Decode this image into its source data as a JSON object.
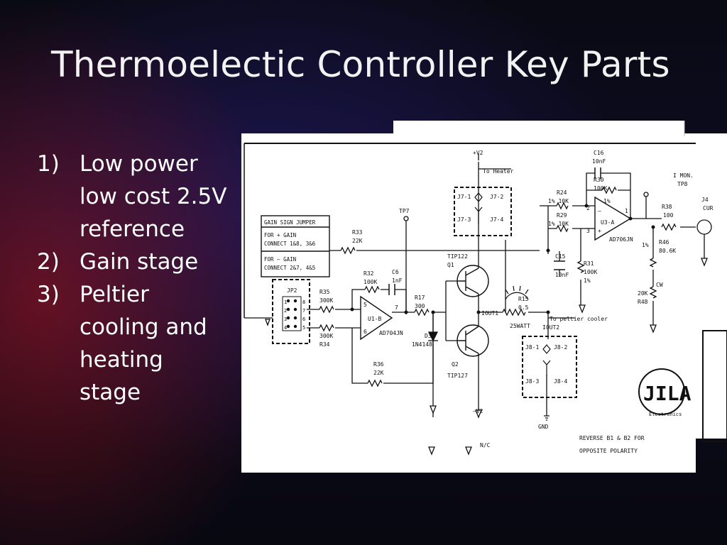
{
  "slide": {
    "title": "Thermoelectic Controller Key Parts",
    "bullets": [
      {
        "num": "1)",
        "text": "Low power low cost 2.5V reference"
      },
      {
        "num": "2)",
        "text": "Gain stage"
      },
      {
        "num": "3)",
        "text": "Peltier cooling and heating stage"
      }
    ]
  },
  "colors": {
    "text": "#ffffff",
    "diagram_bg": "#ffffff",
    "diagram_ink": "#111111"
  },
  "schematic": {
    "v2_pos": "+V2",
    "to_heater": "To Heater",
    "j7_1": "J7-1",
    "j7_2": "J7-2",
    "j7_3": "J7-3",
    "j7_4": "J7-4",
    "tp7": "TP7",
    "gain_jumper_title": "GAIN SIGN JUMPER",
    "gain_plus_1": "FOR + GAIN",
    "gain_plus_2": "CONNECT 1&8, 3&6",
    "gain_minus_1": "FOR – GAIN",
    "gain_minus_2": "CONNECT 2&7, 4&5",
    "jp2": "JP2",
    "r33": "R33",
    "r33v": "22K",
    "r32": "R32",
    "r32v": "100K",
    "c6": "C6",
    "c6v": "1nF",
    "r35": "R35",
    "r35v": "300K",
    "r34": "R34",
    "r34v": "300K",
    "r17": "R17",
    "r17v": "300",
    "u1b": "U1-B",
    "ad704": "AD704JN",
    "tip122": "TIP122",
    "q1": "Q1",
    "d3": "D3",
    "d3v": "1N4148",
    "q2": "Q2",
    "tip127": "TIP127",
    "r36": "R36",
    "r36v": "22K",
    "v2_neg": "–V2",
    "iout1": "IOUT1",
    "r15": "R15",
    "r15v": "0.5",
    "r15w": "25WATT",
    "iout2": "IOUT2",
    "to_peltier": "To peltier cooler",
    "j8_1": "J8-1",
    "j8_2": "J8-2",
    "j8_3": "J8-3",
    "j8_4": "J8-4",
    "gnd": "GND",
    "r24": "R24",
    "r24v": "1% 10K",
    "r29": "R29",
    "r29v": "1% 10K",
    "c15": "C15",
    "c15v": "10nF",
    "r31": "R31",
    "r31v": "100K",
    "r31t": "1%",
    "c16": "C16",
    "c16v": "10nF",
    "r30": "R30",
    "r30v": "100K",
    "r30t": "1%",
    "u3a": "U3-A",
    "ad706": "AD706JN",
    "imon": "I MON.",
    "tp8": "TP8",
    "r38": "R38",
    "r38v": "100",
    "j4": "J4",
    "cur": "CUR",
    "r46": "R46",
    "r46v": "80.6K",
    "r46t": "1%",
    "r48": "R48",
    "r48v": "20K",
    "cw": "CW",
    "pin2": "2",
    "pin3": "3",
    "pin1": "1",
    "pinm": "–",
    "pinp": "+",
    "pin5": "5",
    "pin6": "6",
    "pin7": "7",
    "jp_1": "1",
    "jp_2": "2",
    "jp_3": "3",
    "jp_4": "4",
    "jp_5": "5",
    "jp_6": "6",
    "jp_7": "7",
    "jp_8": "8",
    "reverse_note": "REVERSE B1 & B2 FOR",
    "opposite": "OPPOSITE POLARITY",
    "nc": "N/C",
    "logo_letters": "JILA",
    "logo_sub": "Electronics"
  }
}
